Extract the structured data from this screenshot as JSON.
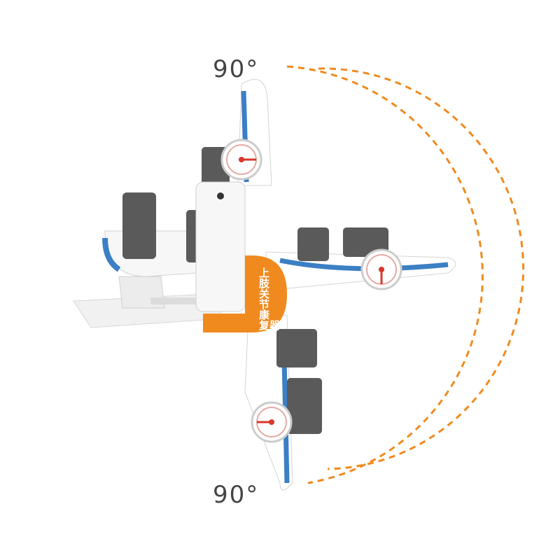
{
  "angles": {
    "top_label": "90°",
    "bottom_label": "90°"
  },
  "device": {
    "label_chars": [
      "上",
      "肢",
      "关",
      "节",
      "康",
      "复",
      "器"
    ]
  },
  "colors": {
    "accent_orange": "#f08a1e",
    "frame_blue": "#3b7fc4",
    "strap_gray": "#5a5a5a",
    "gauge_red": "#d9362b",
    "body_white": "#f4f4f4"
  }
}
